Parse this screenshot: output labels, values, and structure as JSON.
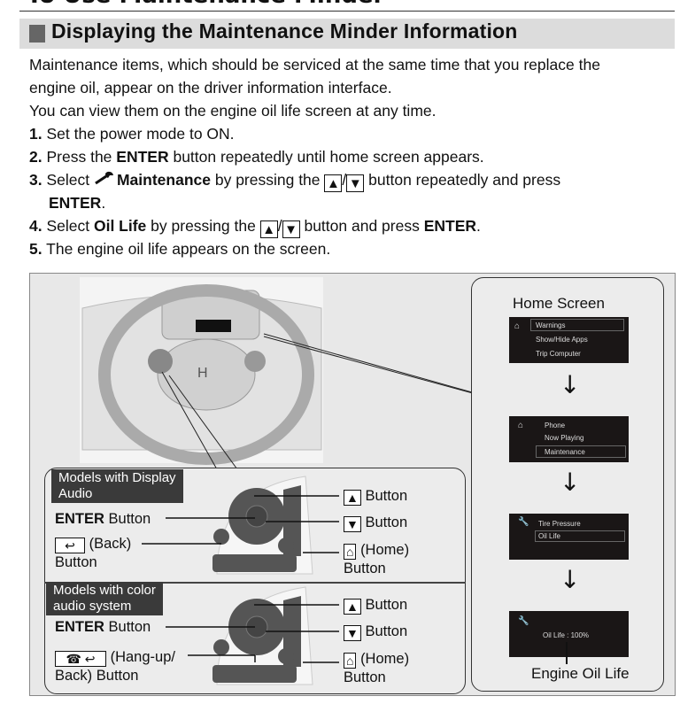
{
  "page": {
    "top_title": "To Use Maintenance Minder",
    "section_title": "Displaying the Maintenance Minder Information",
    "intro": [
      "Maintenance items, which should be serviced at the same time that you replace the",
      "engine oil, appear on the driver information interface.",
      "You can view them on the engine oil life screen at any time."
    ],
    "steps": [
      {
        "num": "1.",
        "text": "Set the power mode to ON."
      },
      {
        "num": "2.",
        "pre": "Press the ",
        "bold": "ENTER",
        "post": " button repeatedly until home screen appears."
      },
      {
        "num": "3.",
        "pre": "Select ",
        "bold": "Maintenance",
        "post": " by pressing the",
        "post2": " button repeatedly and press",
        "line2": "ENTER",
        "line2_post": "."
      },
      {
        "num": "4.",
        "pre": "Select ",
        "bold": "Oil Life",
        "post": " by pressing the",
        "post2": " button and press ",
        "bold2": "ENTER",
        "end": "."
      },
      {
        "num": "5.",
        "text": "The engine oil life appears on the screen."
      }
    ],
    "up_glyph": "▲",
    "down_glyph": "▼",
    "slash": "/"
  },
  "figure": {
    "home_screen_label": "Home Screen",
    "screens": {
      "home": [
        "Warnings",
        "Show/Hide Apps",
        "Trip Computer"
      ],
      "apps": [
        "Phone",
        "Now Playing",
        "Maintenance"
      ],
      "maintenance": [
        "Tire Pressure",
        "Oil Life"
      ],
      "oil_life": "Oil Life : 100%"
    },
    "engine_oil_life_label": "Engine Oil Life",
    "display_audio": {
      "tag_line1": "Models with Display",
      "tag_line2": "Audio",
      "enter": "ENTER",
      "button": "Button",
      "back": "(Back)",
      "home": "(Home)"
    },
    "color_audio": {
      "tag_line1": "Models with color",
      "tag_line2": "audio system",
      "enter": "ENTER",
      "button": "Button",
      "hangup": "(Hang-up/",
      "hangup2": "Back) Button",
      "home": "(Home)"
    }
  }
}
